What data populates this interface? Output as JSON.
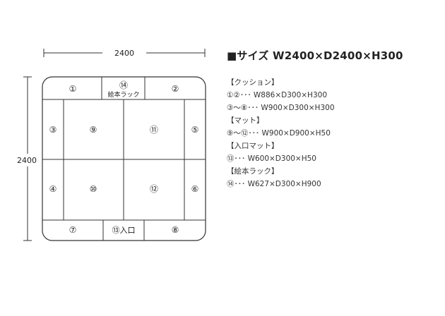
{
  "diagram": {
    "width_label": "2400",
    "height_label": "2400",
    "cells": {
      "c1": "①",
      "c2": "②",
      "c3": "③",
      "c4": "④",
      "c5": "⑤",
      "c6": "⑥",
      "c7": "⑦",
      "c8": "⑧",
      "c9": "⑨",
      "c10": "⑩",
      "c11": "⑪",
      "c12": "⑫",
      "c13": "⑬入口",
      "c14_num": "⑭",
      "c14_text": "絵本ラック"
    }
  },
  "spec": {
    "title": "■サイズ W2400×D2400×H300",
    "lines": [
      "【クッション】",
      "①②･･･ W886×D300×H300",
      "③～⑧･･･ W900×D300×H300",
      "【マット】",
      "⑨～⑫･･･ W900×D900×H50",
      "【入口マット】",
      "⑬･･･ W600×D300×H50",
      "【絵本ラック】",
      "⑭･･･ W627×D300×H900"
    ]
  }
}
